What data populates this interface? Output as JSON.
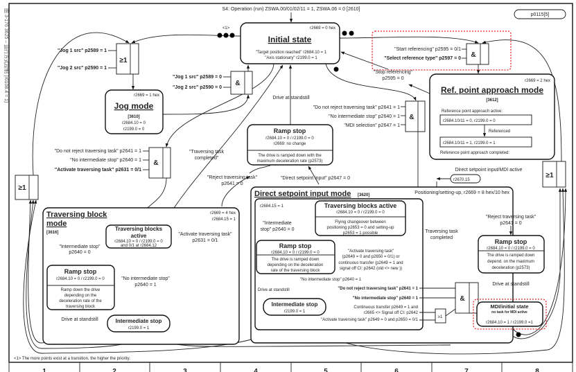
{
  "side_caption": "图 3-176   3625 – 运行方式控制 (r0108.4 = 1)",
  "header": {
    "condition": "S4: Operation (run) ZSWA.00/01/02/11 = 1, ZSWA.06 = 0 [2610]",
    "param_ref": "p0115[5]",
    "priority_marker": "<1>"
  },
  "gates": {
    "or": "≥1",
    "and": "&"
  },
  "initial_state": {
    "code": "r2669 = 0 hex",
    "title": "Initial state",
    "line1": "\"Target position reached\" r2684.10 = 1",
    "line2": "\"Axis stationary\" r2199.0 = 1"
  },
  "jog": {
    "enter_inputs": [
      "\"Jog 1 src\" p2589 = 1",
      "\"Jog 2 src\" p2590 = 1"
    ],
    "exit_inputs": [
      "\"Jog 1 src\" p2589 = 0",
      "\"Jog 2 src\" p2590 = 0"
    ],
    "mode": {
      "code": "r2669 = 1 hex",
      "title": "Jog mode",
      "ref": "[3610]",
      "line1": "r2684.10 = 0",
      "line2": "r2199.0 = 0"
    }
  },
  "traversing_entry_inputs": [
    "\"Do not reject traversing task\" p2641 = 1",
    "\"No intermediate stop\" p2640 = 1",
    "\"Activate traversing task\" p2631 = 0/1"
  ],
  "central": {
    "drive_at_standstill": "Drive at standstill",
    "traversing_task_completed": [
      "\"Traversing task",
      "completed\""
    ],
    "reject_traversing": [
      "\"Reject traversing task\"",
      "p2641 = 0"
    ],
    "direct_setpoint_input": "\"Direct setpoint input\" p2647 = 0",
    "ramp_stop": {
      "title": "Ramp stop",
      "line1": "r2684.10 = 0 / r2199.0 = 0",
      "line2": "r2669: no change",
      "desc1": "The drive is ramped down with the",
      "desc2": "maximum deceleration rate (p2573)"
    }
  },
  "referencing": {
    "inputs": [
      "\"Start referencing\" p2595 = 0/1",
      "\"Select reference type\" p2597 = 0"
    ],
    "stop": [
      "\"Stop referencing\"",
      "p2595 = 0"
    ],
    "mdi_inputs": [
      "\"Do not reject traversing task\" p2641 = 1",
      "\"No intermediate stop\" p2640 = 1",
      "\"MDI selection\" p2647 = 1"
    ],
    "mode": {
      "code": "r2669 = 2 hex",
      "title": "Ref. point approach mode",
      "ref": "[3612]",
      "active_label": "Reference point approach active:",
      "active_value": "r2684.10/11 = 0, r2199.0 = 0",
      "referenced": "Referenced",
      "completed_value": "r2684.10/11 = 1, r2199.0 = 1",
      "completed_label": "Reference point approach completed:"
    }
  },
  "mdi_active": {
    "label": "Direct setpoint input/MDI active",
    "signal": "r2670.15"
  },
  "traversing_block_mode": {
    "title1": "Traversing block",
    "title2": "mode",
    "ref": "[3616]",
    "code1": "r2669 = 4 hex",
    "code2": "r2684.15 = 1",
    "active": {
      "title1": "Traversing blocks",
      "title2": "active",
      "line1": "r2684.10 = 0 / r2199.0 = 0",
      "line2": "and 0/1 at r2684.12"
    },
    "activate_task": [
      "\"Activate traversing task\"",
      "p2631 = 0/1"
    ],
    "intermediate_stop_cond": [
      "\"Intermediate stop\"",
      "p2640 = 0"
    ],
    "no_intermediate_stop": [
      "\"No intermediate stop\"",
      "p2640 = 1"
    ],
    "ramp_stop": {
      "title": "Ramp stop",
      "line1": "r2684.10 = 0 / r2199.0 = 0",
      "desc": [
        "Ramp down the drive",
        "depending on the",
        "deceleration rate of the",
        "traversing block"
      ]
    },
    "drive_at_standstill": "Drive at standstill",
    "intermediate_stop": {
      "title": "Intermediate stop",
      "line1": "r2199.0 = 1"
    }
  },
  "direct_setpoint_mode": {
    "title": "Direct setpoint input mode",
    "ref": "[3620]",
    "positioning": "Positioning/setting-up, r2669 = 8 hex/10 hex",
    "code": "r2684.15 = 1",
    "active": {
      "title": "Traversing blocks active",
      "line1": "r2684.10 = 0 / r2199.0 = 0",
      "desc": [
        "Flying changeover between",
        "positioning p2653 = 0 and setting-up",
        "p2653 = 1 possible"
      ]
    },
    "intermediate_stop_cond": [
      "\"Intermediate",
      "stop\" p2640 = 0"
    ],
    "ramp_stop": {
      "title": "Ramp stop",
      "line1": "r2684.10 = 0 / r2199.0 = 0",
      "desc": [
        "The drive is ramped down",
        "depending on the deceleration",
        "rate of the traversing block"
      ]
    },
    "activate_task": [
      "\"Activate traversing task\"",
      "(p2649 = 0 and p2650 = 0/1) or",
      "continuous transfer (p2649 = 1 and",
      "signal off CI: p2642 (old <> new ))"
    ],
    "no_intermediate_stop": "\"No intermediate stop\" p2640 = 1",
    "drive_at_standstill": "Drive at standstill",
    "intermediate_stop": {
      "title": "Intermediate stop",
      "line1": "r2199.0 = 1"
    },
    "mdi_inputs": [
      "\"Do not reject traversing task\" p2641 = 1",
      "\"No intermediate stop\" p2640 = 1",
      "Continuous transfer p2649 = 1 and",
      "r2665 <> Signal off CI: p2642",
      "\"Activate traversing task\" p2649 = 0 and p2650 = 0/1"
    ],
    "task_completed": [
      "Traversing task",
      "completed"
    ],
    "reject": [
      "\"Reject traversing task\"",
      "p2641 = 0"
    ],
    "right_ramp_stop": {
      "title": "Ramp stop",
      "line1": "r2684.10 = 0 / r2199.0 = 0",
      "desc": [
        "The drive is ramped down",
        "depend. on the maximum",
        "deceleration (p2573)"
      ]
    },
    "right_drive_at_standstill": "Drive at standstill",
    "mdi_initial": {
      "title": "MDI/initial state",
      "subtitle": "no task for MDI active",
      "line1": "r2684.10 = 1 / r2199.0 =1"
    }
  },
  "footnote": "<1> The more points exist at a transition, the higher the priority.",
  "columns": [
    "1",
    "2",
    "3",
    "4",
    "5",
    "6",
    "7",
    "8"
  ]
}
